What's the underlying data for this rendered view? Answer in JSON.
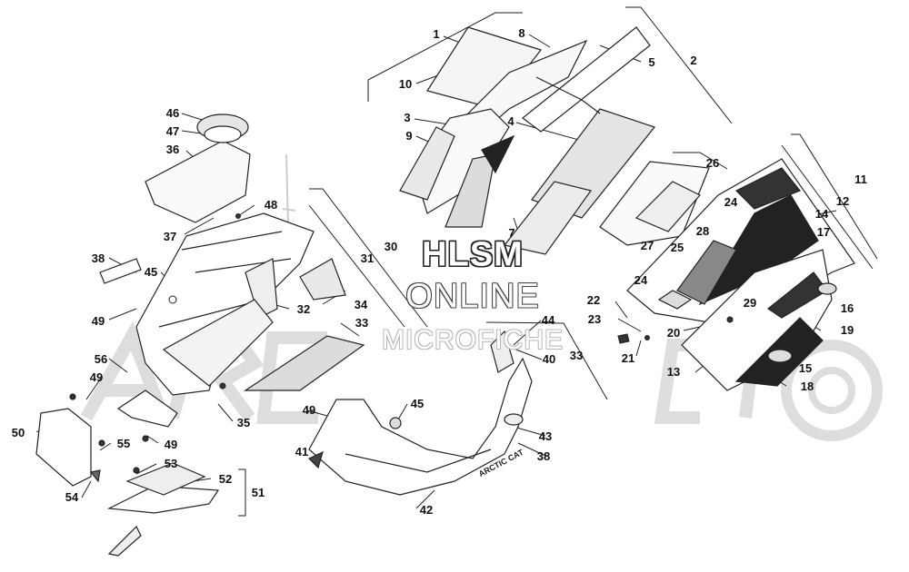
{
  "watermark": {
    "line1": "HLSM",
    "line2": "ONLINE",
    "line3": "MICROFICHE"
  },
  "decal_text": "ARCTIC CAT",
  "callouts": [
    {
      "id": "1",
      "text": "1"
    },
    {
      "id": "2",
      "text": "2"
    },
    {
      "id": "3",
      "text": "3"
    },
    {
      "id": "4",
      "text": "4"
    },
    {
      "id": "5",
      "text": "5"
    },
    {
      "id": "7",
      "text": "7"
    },
    {
      "id": "8",
      "text": "8"
    },
    {
      "id": "9",
      "text": "9"
    },
    {
      "id": "10",
      "text": "10"
    },
    {
      "id": "11",
      "text": "11"
    },
    {
      "id": "12",
      "text": "12"
    },
    {
      "id": "13",
      "text": "13"
    },
    {
      "id": "14",
      "text": "14"
    },
    {
      "id": "15",
      "text": "15"
    },
    {
      "id": "16",
      "text": "16"
    },
    {
      "id": "17",
      "text": "17"
    },
    {
      "id": "18",
      "text": "18"
    },
    {
      "id": "19",
      "text": "19"
    },
    {
      "id": "20",
      "text": "20"
    },
    {
      "id": "21",
      "text": "21"
    },
    {
      "id": "22",
      "text": "22"
    },
    {
      "id": "23",
      "text": "23"
    },
    {
      "id": "24a",
      "text": "24"
    },
    {
      "id": "24b",
      "text": "24"
    },
    {
      "id": "25",
      "text": "25"
    },
    {
      "id": "26",
      "text": "26"
    },
    {
      "id": "27",
      "text": "27"
    },
    {
      "id": "28",
      "text": "28"
    },
    {
      "id": "29",
      "text": "29"
    },
    {
      "id": "30",
      "text": "30"
    },
    {
      "id": "31",
      "text": "31"
    },
    {
      "id": "32",
      "text": "32"
    },
    {
      "id": "33a",
      "text": "33"
    },
    {
      "id": "33b",
      "text": "33"
    },
    {
      "id": "34",
      "text": "34"
    },
    {
      "id": "35",
      "text": "35"
    },
    {
      "id": "36",
      "text": "36"
    },
    {
      "id": "37",
      "text": "37"
    },
    {
      "id": "38a",
      "text": "38"
    },
    {
      "id": "38b",
      "text": "38"
    },
    {
      "id": "40",
      "text": "40"
    },
    {
      "id": "41",
      "text": "41"
    },
    {
      "id": "42",
      "text": "42"
    },
    {
      "id": "43",
      "text": "43"
    },
    {
      "id": "44",
      "text": "44"
    },
    {
      "id": "45a",
      "text": "45"
    },
    {
      "id": "45b",
      "text": "45"
    },
    {
      "id": "46",
      "text": "46"
    },
    {
      "id": "47",
      "text": "47"
    },
    {
      "id": "48",
      "text": "48"
    },
    {
      "id": "49a",
      "text": "49"
    },
    {
      "id": "49b",
      "text": "49"
    },
    {
      "id": "49c",
      "text": "49"
    },
    {
      "id": "49d",
      "text": "49"
    },
    {
      "id": "50",
      "text": "50"
    },
    {
      "id": "51",
      "text": "51"
    },
    {
      "id": "52",
      "text": "52"
    },
    {
      "id": "53",
      "text": "53"
    },
    {
      "id": "54",
      "text": "54"
    },
    {
      "id": "55",
      "text": "55"
    },
    {
      "id": "56",
      "text": "56"
    }
  ]
}
